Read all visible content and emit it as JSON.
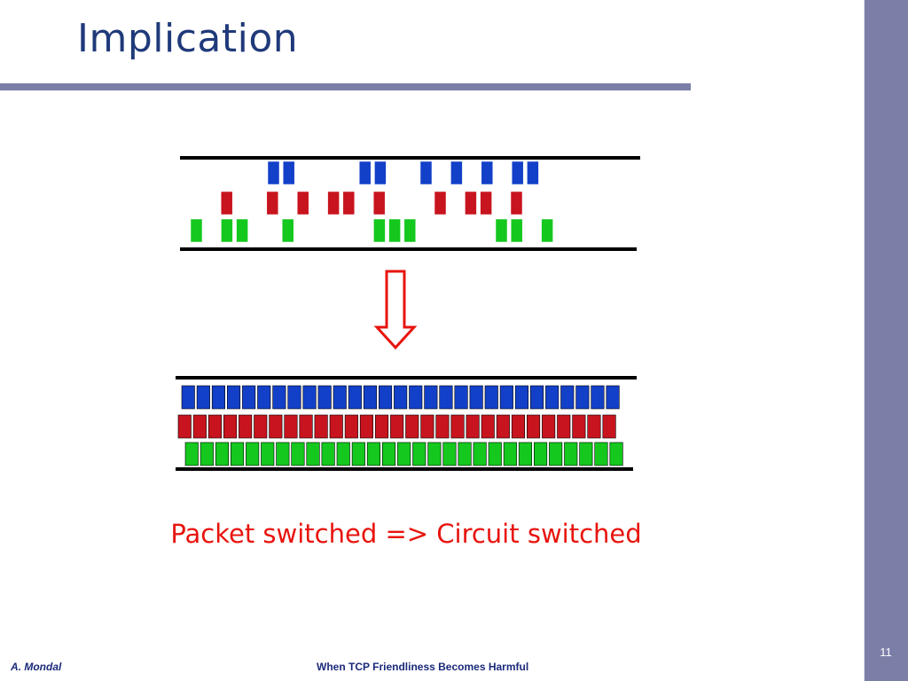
{
  "slide": {
    "title": "Implication",
    "caption": "Packet switched => Circuit switched",
    "footer_author": "A. Mondal",
    "footer_title": "When TCP Friendliness Becomes Harmful",
    "page_number": "11"
  },
  "colors": {
    "blue": "#1340c8",
    "red": "#c8141e",
    "green": "#14c81e",
    "arrow": "#e8140e",
    "accent_bar": "#7b7fa8",
    "title_text": "#1f3a7a"
  },
  "diagram": {
    "packet_switched": {
      "blue_flow_slots": [
        3,
        4,
        9,
        10,
        13,
        15,
        17,
        19,
        20
      ],
      "red_flow_slots": [
        1,
        4,
        6,
        8,
        9,
        11,
        15,
        17,
        18,
        20
      ],
      "green_flow_slots": [
        0,
        2,
        3,
        6,
        12,
        13,
        14,
        20,
        21,
        23
      ]
    },
    "circuit_switched": {
      "blue_flow_count": 29,
      "red_flow_count": 29,
      "green_flow_count": 29
    }
  }
}
